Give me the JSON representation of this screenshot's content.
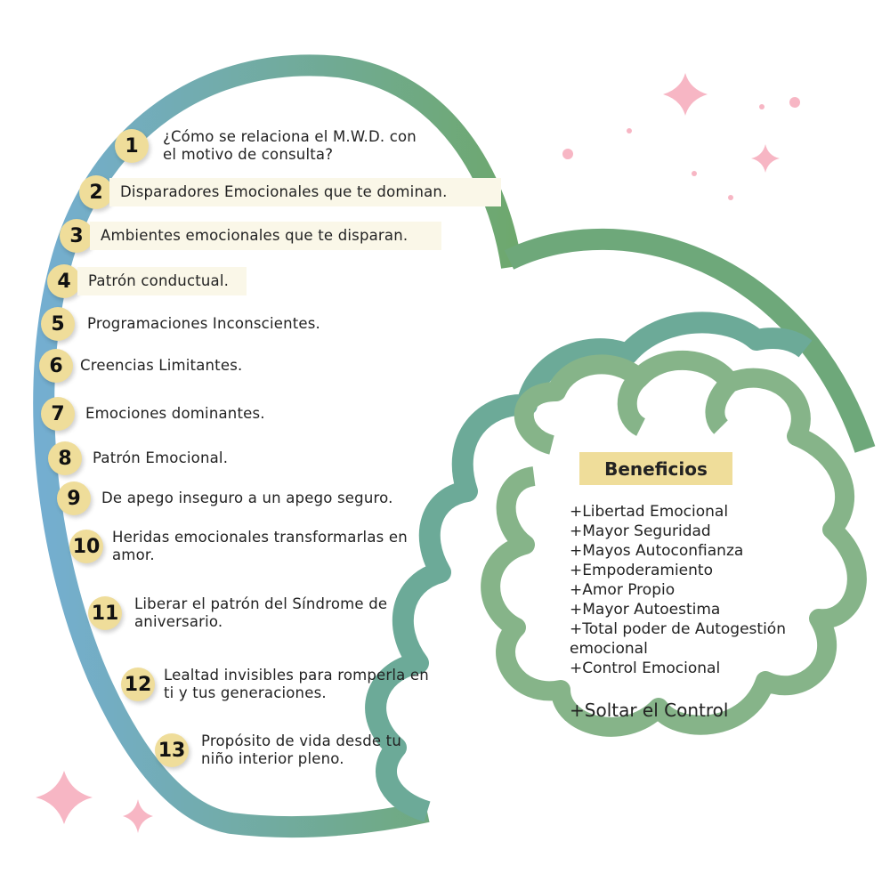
{
  "items": [
    {
      "n": "1",
      "text": "¿Cómo se relaciona el M.W.D. con el motivo de consulta?"
    },
    {
      "n": "2",
      "text": "Disparadores Emocionales que te dominan."
    },
    {
      "n": "3",
      "text": "Ambientes emocionales que te disparan."
    },
    {
      "n": "4",
      "text": "Patrón conductual."
    },
    {
      "n": "5",
      "text": "Programaciones Inconscientes."
    },
    {
      "n": "6",
      "text": "Creencias Limitantes."
    },
    {
      "n": "7",
      "text": "Emociones dominantes."
    },
    {
      "n": "8",
      "text": "Patrón Emocional."
    },
    {
      "n": "9",
      "text": "De apego inseguro a un apego seguro."
    },
    {
      "n": "10",
      "text": "Heridas emocionales transformarlas en amor."
    },
    {
      "n": "11",
      "text": "Liberar el patrón del Síndrome de aniversario."
    },
    {
      "n": "12",
      "text": "Lealtad invisibles para romperla en ti y tus generaciones."
    },
    {
      "n": "13",
      "text": "Propósito de vida desde tu niño interior pleno."
    }
  ],
  "benefits": {
    "title": "Beneficios",
    "list": [
      "+Libertad Emocional",
      "+Mayor Seguridad",
      "+Mayos Autoconfianza",
      "+Empoderamiento",
      "+Amor Propio",
      "+Mayor Autoestima",
      "+Total poder de Autogestión emocional",
      "+Control Emocional"
    ],
    "last": "+Soltar el Control"
  },
  "colors": {
    "heart_start": "#74aed0",
    "heart_end": "#6ea86e",
    "brain_outer": "#6caa98",
    "brain_inner": "#86b489",
    "badge": "#efdd9a",
    "sparkle": "#f7b6c4"
  }
}
